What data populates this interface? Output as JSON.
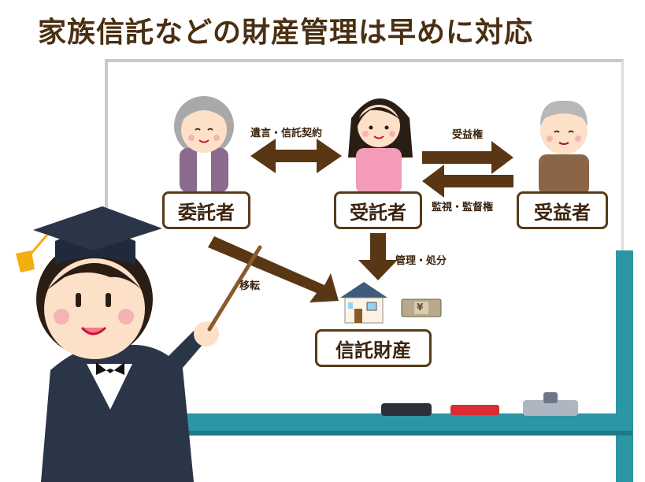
{
  "title": "家族信託などの財産管理は早めに対応",
  "roles": {
    "settlor": "委託者",
    "trustee": "受託者",
    "beneficiary": "受益者",
    "property": "信託財産"
  },
  "arrows": {
    "will_contract": "遺言・信託契約",
    "beneficial_right": "受益権",
    "supervision": "監視・監督権",
    "management": "管理・処分",
    "transfer": "移転"
  },
  "money_symbol": "¥",
  "colors": {
    "title": "#4a2f12",
    "arrow": "#5a3714",
    "box_border": "#5a3a18",
    "rail": "#2b96a4"
  }
}
